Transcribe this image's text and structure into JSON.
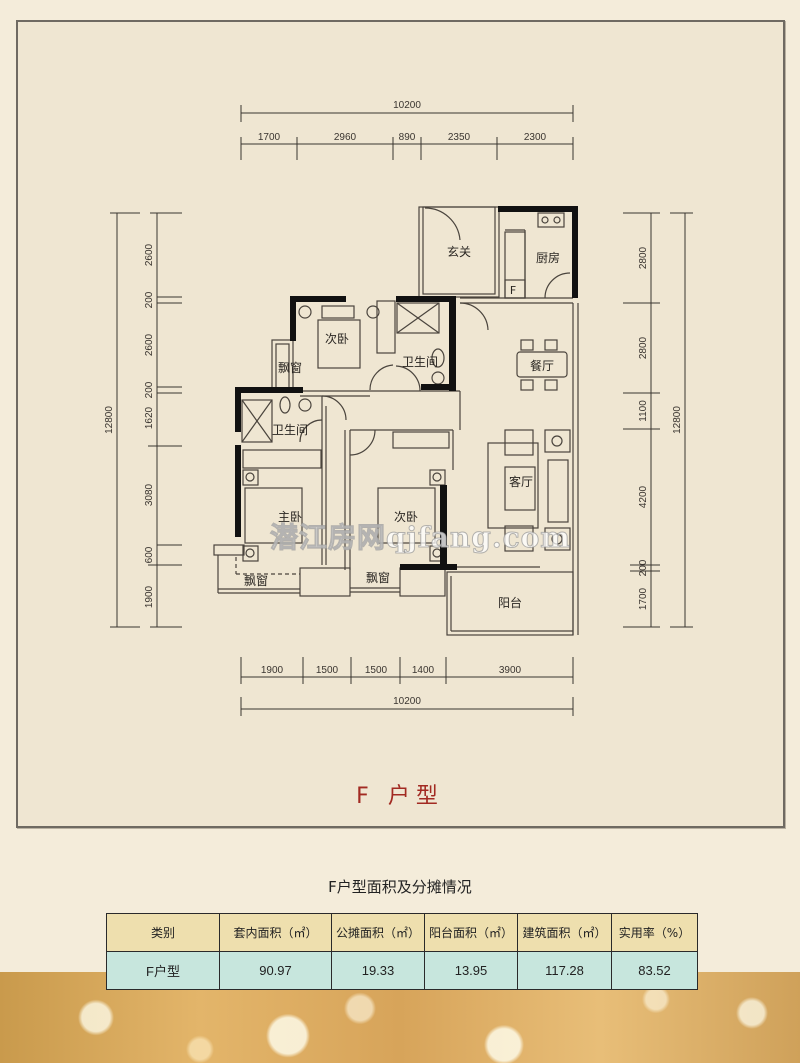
{
  "plan": {
    "title": "F 户型",
    "watermark": "潜江房网qjfang.com",
    "dimensions": {
      "top_total": "10200",
      "top_segments": [
        "1700",
        "2960",
        "890",
        "2350",
        "2300"
      ],
      "bottom_segments": [
        "1900",
        "1500",
        "1500",
        "1400",
        "3900"
      ],
      "bottom_total": "10200",
      "left_total": "12800",
      "left_segments": [
        "2600",
        "200",
        "2600",
        "200",
        "1620",
        "3080",
        "600",
        "1900"
      ],
      "right_segments": [
        "2800",
        "2800",
        "1100",
        "4200",
        "200",
        "1700"
      ],
      "right_total": "12800"
    },
    "rooms": {
      "foyer": "玄关",
      "kitchen": "厨房",
      "dining": "餐厅",
      "living": "客厅",
      "balcony": "阳台",
      "bedroom2_top": "次卧",
      "bath_top": "卫生间",
      "bay_window_top": "飘窗",
      "bath_master": "卫生间",
      "master_bedroom": "主卧",
      "bedroom2_bottom": "次卧",
      "bay_window_left": "飘窗",
      "bay_window_mid": "飘窗",
      "fridge": "F"
    }
  },
  "area_table": {
    "title": "F户型面积及分摊情况",
    "headers": [
      "类别",
      "套内面积（㎡）",
      "公摊面积（㎡）",
      "阳台面积（㎡）",
      "建筑面积（㎡）",
      "实用率（%）"
    ],
    "rows": [
      [
        "F户型",
        "90.97",
        "19.33",
        "13.95",
        "117.28",
        "83.52"
      ]
    ]
  },
  "colors": {
    "title_red": "#a22a22",
    "table_header_bg": "#eedfae",
    "table_row_bg": "#c7e6dd",
    "page_bg": "#efe6d2"
  }
}
